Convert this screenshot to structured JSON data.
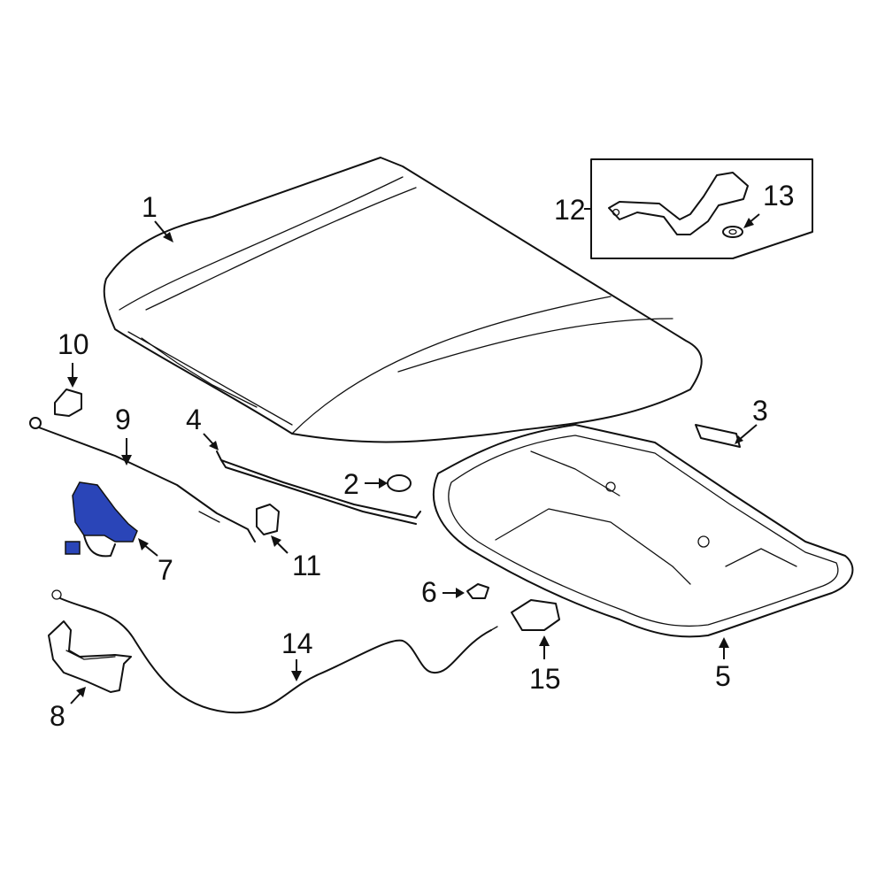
{
  "highlight_color": "#2a45b8",
  "callouts": {
    "c1": "1",
    "c2": "2",
    "c3": "3",
    "c4": "4",
    "c5": "5",
    "c6": "6",
    "c7": "7",
    "c8": "8",
    "c9": "9",
    "c10": "10",
    "c11": "11",
    "c12": "12",
    "c13": "13",
    "c14": "14",
    "c15": "15"
  }
}
